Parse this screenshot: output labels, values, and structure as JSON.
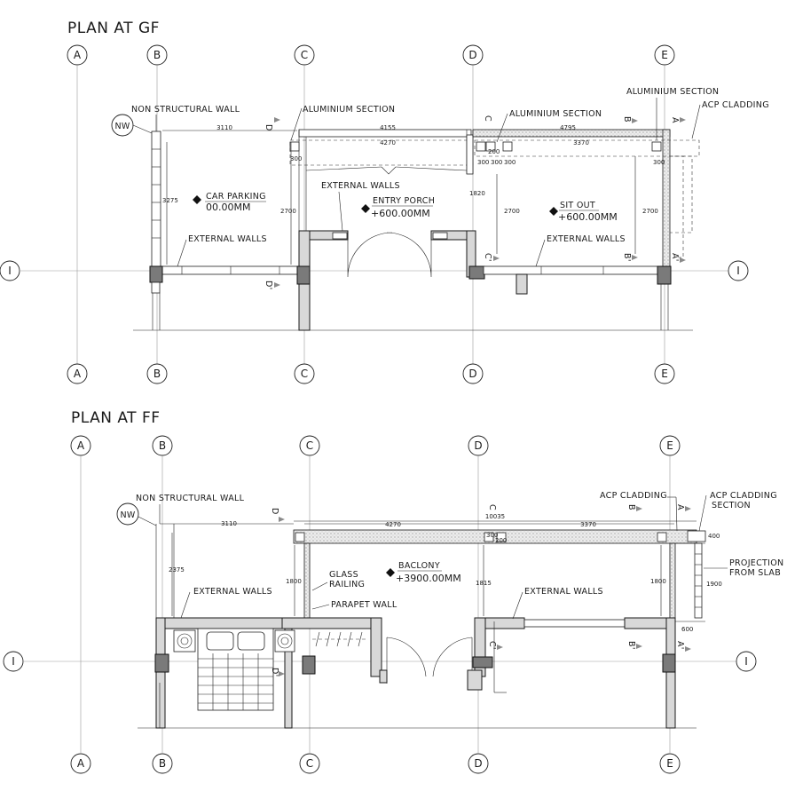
{
  "plans": [
    {
      "title": "PLAN AT GF",
      "grid_labels": [
        "A",
        "B",
        "C",
        "D",
        "E",
        "I"
      ],
      "labels": {
        "non_structural_wall": "NON STRUCTURAL WALL",
        "nw": "NW",
        "aluminium_section_1": "ALUMINIUM SECTION",
        "aluminium_section_2": "ALUMINIUM SECTION",
        "aluminium_section_3": "ALUMINIUM SECTION",
        "acp_cladding": "ACP CLADDING",
        "external_walls_top": "EXTERNAL WALLS",
        "external_walls_left": "EXTERNAL WALLS",
        "external_walls_right": "EXTERNAL WALLS",
        "car_parking": "CAR PARKING",
        "car_parking_level": "00.00MM",
        "entry_porch": "ENTRY PORCH",
        "entry_porch_level": "+600.00MM",
        "sit_out": "SIT OUT",
        "sit_out_level": "+600.00MM"
      },
      "section_marks": [
        "D",
        "D'",
        "C",
        "C'",
        "B",
        "B'",
        "A",
        "A'"
      ],
      "dims": {
        "d3110": "3110",
        "d4155": "4155",
        "d4270": "4270",
        "d4795": "4795",
        "d3370": "3370",
        "d3275": "3275",
        "d2700a": "2700",
        "d1820": "1820",
        "d2700b": "2700",
        "d2700c": "2700",
        "d300": "300",
        "d200": "200"
      }
    },
    {
      "title": "PLAN AT FF",
      "grid_labels": [
        "A",
        "B",
        "C",
        "D",
        "E",
        "I"
      ],
      "labels": {
        "non_structural_wall": "NON STRUCTURAL WALL",
        "nw": "NW",
        "acp_cladding": "ACP CLADDING",
        "acp_cladding_section_1": "ACP CLADDING",
        "acp_cladding_section_2": "SECTION",
        "projection_1": "PROJECTION",
        "projection_2": "FROM SLAB",
        "external_walls_left": "EXTERNAL WALLS",
        "external_walls_right": "EXTERNAL WALLS",
        "glass_1": "GLASS",
        "glass_2": "RAILING",
        "parapet_wall": "PARAPET WALL",
        "balcony": "BACLONY",
        "balcony_level": "+3900.00MM"
      },
      "section_marks": [
        "D",
        "D'",
        "C",
        "C'",
        "B",
        "B'",
        "A",
        "A'"
      ],
      "dims": {
        "d10035": "10035",
        "d3110": "3110",
        "d4270": "4270",
        "d3370": "3370",
        "d2375": "2375",
        "d1800a": "1800",
        "d1815": "1815",
        "d1800b": "1800",
        "d1900": "1900",
        "d400": "400",
        "d600": "600",
        "d200": "200",
        "d300": "300"
      }
    }
  ]
}
